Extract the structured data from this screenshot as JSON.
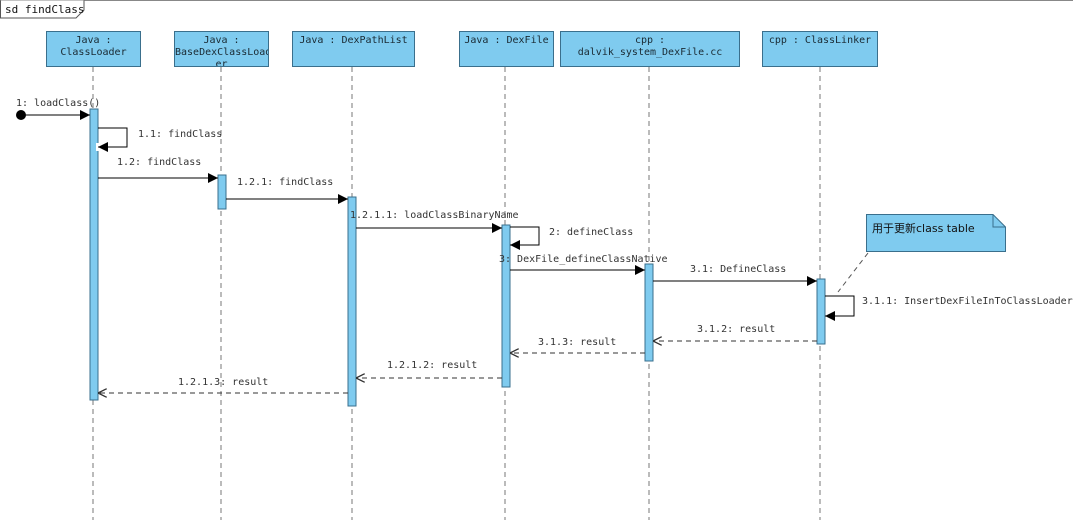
{
  "frame": {
    "label": "sd findClass"
  },
  "lifelines": [
    {
      "id": "classloader",
      "lines": [
        "Java :",
        "ClassLoader"
      ]
    },
    {
      "id": "basedexclassloader",
      "lines": [
        "Java :",
        "BaseDexClassLoad",
        "er"
      ]
    },
    {
      "id": "dexpathlist",
      "lines": [
        "Java : DexPathList"
      ]
    },
    {
      "id": "dexfile",
      "lines": [
        "Java : DexFile"
      ]
    },
    {
      "id": "dalvik-system-dexfile",
      "lines": [
        "cpp : dalvik_system_DexFile.cc"
      ]
    },
    {
      "id": "classlinker",
      "lines": [
        "cpp : ClassLinker"
      ]
    }
  ],
  "messages": [
    {
      "id": "m1",
      "label": "1: loadClass()",
      "kind": "sync"
    },
    {
      "id": "m1_1",
      "label": "1.1: findClass",
      "kind": "self"
    },
    {
      "id": "m1_2",
      "label": "1.2: findClass",
      "kind": "sync"
    },
    {
      "id": "m1_2_1",
      "label": "1.2.1: findClass",
      "kind": "sync"
    },
    {
      "id": "m1_2_1_1",
      "label": "1.2.1.1: loadClassBinaryName",
      "kind": "sync"
    },
    {
      "id": "m2",
      "label": "2: defineClass",
      "kind": "self"
    },
    {
      "id": "m3",
      "label": "3: DexFile_defineClassNative",
      "kind": "sync"
    },
    {
      "id": "m3_1",
      "label": "3.1: DefineClass",
      "kind": "sync"
    },
    {
      "id": "m3_1_1",
      "label": "3.1.1: InsertDexFileInToClassLoader",
      "kind": "self"
    },
    {
      "id": "m3_1_2",
      "label": "3.1.2: result",
      "kind": "return"
    },
    {
      "id": "m3_1_3",
      "label": "3.1.3: result",
      "kind": "return"
    },
    {
      "id": "m1_2_1_2",
      "label": "1.2.1.2: result",
      "kind": "return"
    },
    {
      "id": "m1_2_1_3",
      "label": "1.2.1.3: result",
      "kind": "return"
    }
  ],
  "note": {
    "text": "用于更新class table"
  },
  "colors": {
    "lifeline_fill": "#7fcbef",
    "activation_fill": "#7fcbef",
    "border": "#3a6f8c",
    "note_fill": "#7fcbef"
  }
}
